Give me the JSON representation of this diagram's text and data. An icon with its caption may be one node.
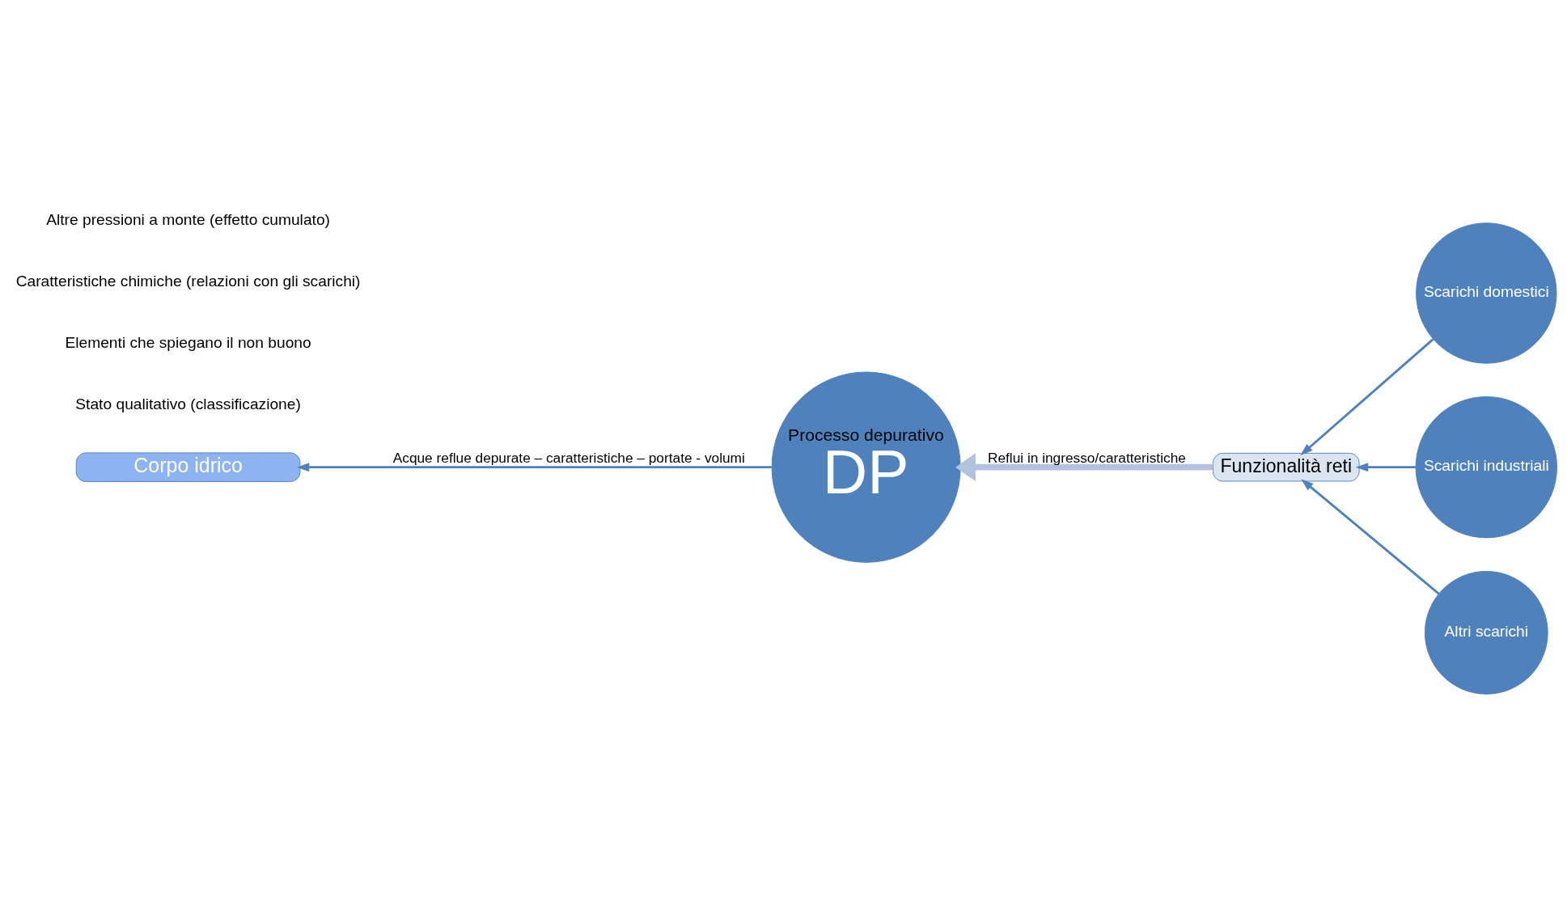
{
  "diagram": {
    "nodes": [
      {
        "text": [
          "Processo depurativo",
          "DP"
        ]
      },
      {
        "text": [
          "Corpo idrico"
        ]
      },
      {
        "text": [
          "Scarichi domestici"
        ]
      },
      {
        "text": [
          "Scarichi industriali"
        ]
      },
      {
        "text": [
          "Altri scarichi"
        ]
      },
      {
        "text": [
          "Funzionalità reti"
        ]
      }
    ],
    "edges": [
      {
        "from": 0,
        "to": 1,
        "arrow": "to",
        "label": "Acque reflue depurate – caratteristiche – portate - volumi"
      },
      {
        "from": 5,
        "to": 0,
        "arrow": "to",
        "label": "Reflui in ingresso/caratteristiche",
        "style": "thick",
        "color": "#b3c3df"
      },
      {
        "from": 2,
        "to": 5,
        "arrow": "to"
      },
      {
        "from": 3,
        "to": 5,
        "arrow": "to"
      },
      {
        "from": 4,
        "to": 5,
        "arrow": "to"
      }
    ],
    "labels": [
      "Stato qualitativo (classificazione)",
      "Elementi che spiegano il non buono",
      "Caratteristiche chimiche (relazioni con gli scarichi)",
      "Altre pressioni a monte (effetto cumulato)"
    ]
  }
}
